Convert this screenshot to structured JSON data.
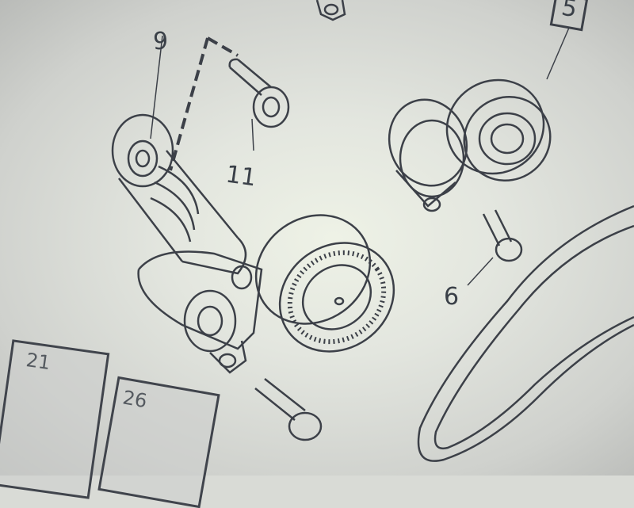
{
  "diagram": {
    "callouts": [
      {
        "id": "callout-9",
        "label": "9"
      },
      {
        "id": "callout-11",
        "label": "11"
      },
      {
        "id": "callout-5",
        "label": "5",
        "boxed": true
      },
      {
        "id": "callout-6",
        "label": "6"
      }
    ],
    "thumbnails": [
      {
        "label": "21"
      },
      {
        "label": "26"
      }
    ],
    "colors": {
      "line": "#3c4048",
      "background": "#e3e6df"
    }
  }
}
